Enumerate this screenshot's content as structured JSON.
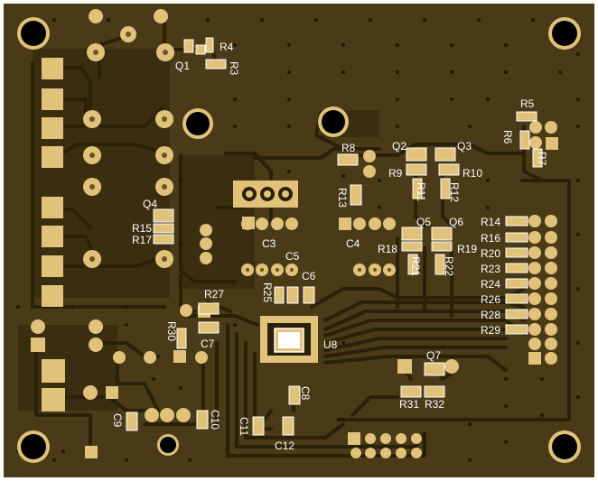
{
  "board": {
    "colors": {
      "substrate": "#4a3a17",
      "copper": "#3b2e10",
      "trace": "#2b2109",
      "pad": "#e1c27a",
      "pad_hole": "#6a5422",
      "silk": "#ffffff",
      "mount_hole": "#000000",
      "frame": "#ffffff"
    }
  },
  "labels": {
    "Q1": "Q1",
    "R4": "R4",
    "R3": "R3",
    "R5": "R5",
    "R6": "R6",
    "R7": "R7",
    "R8": "R8",
    "Q2": "Q2",
    "Q3": "Q3",
    "R9": "R9",
    "R10": "R10",
    "R11": "R11",
    "R12": "R12",
    "R13": "R13",
    "Q4": "Q4",
    "R15": "R15",
    "R17": "R17",
    "Q5": "Q5",
    "Q6": "Q6",
    "R18": "R18",
    "R19": "R19",
    "R21": "R21",
    "R22": "R22",
    "C3": "C3",
    "C4": "C4",
    "C5": "C5",
    "C6": "C6",
    "R25": "R25",
    "R14": "R14",
    "R16": "R16",
    "R20": "R20",
    "R23": "R23",
    "R24": "R24",
    "R26": "R26",
    "R28": "R28",
    "R29": "R29",
    "R27": "R27",
    "R30": "R30",
    "C7": "C7",
    "U8": "U8",
    "C8": "C8",
    "Q7": "Q7",
    "R31": "R31",
    "R32": "R32",
    "C9": "C9",
    "C10": "C10",
    "C11": "C11",
    "C12": "C12"
  }
}
